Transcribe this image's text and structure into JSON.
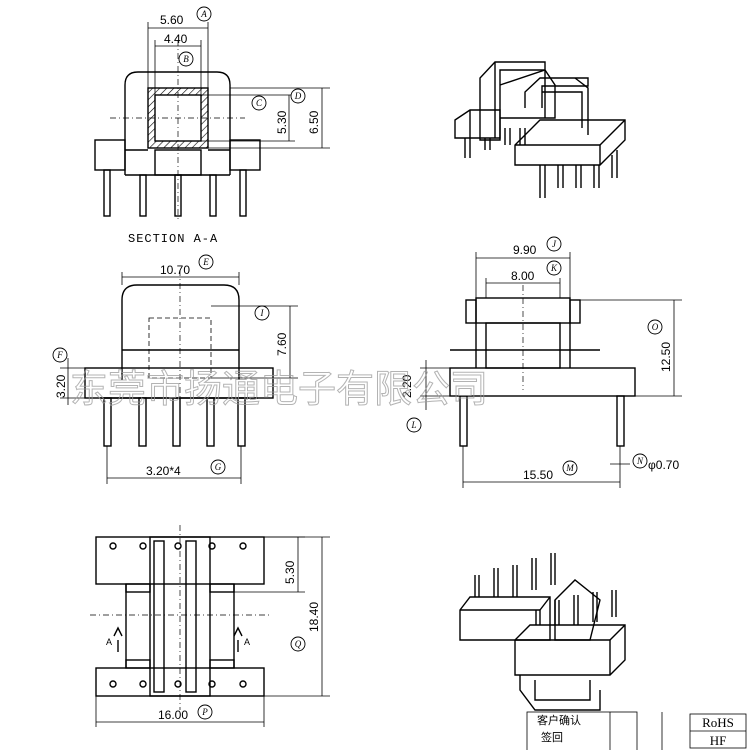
{
  "dimensions": {
    "a": "5.60",
    "b": "4.40",
    "c": "5.30",
    "d": "6.50",
    "e": "10.70",
    "f": "3.20",
    "g": "3.20*4",
    "i": "7.60",
    "j": "9.90",
    "k": "8.00",
    "l": "2.20",
    "m": "15.50",
    "n": "φ0.70",
    "o": "12.50",
    "p": "16.00",
    "q": "18.40",
    "r": "5.30"
  },
  "labels": {
    "a": "A",
    "b": "B",
    "c": "C",
    "d": "D",
    "e": "E",
    "f": "F",
    "g": "G",
    "i": "I",
    "j": "J",
    "k": "K",
    "l": "L",
    "m": "M",
    "n": "N",
    "o": "O",
    "p": "P",
    "q": "Q"
  },
  "section_title": "SECTION A-A",
  "section_marks": {
    "left": "A",
    "right": "A"
  },
  "watermark": "东莞市扬通电子有限公司",
  "title_block": {
    "line1": "客户确认",
    "line2": "签回"
  },
  "badge": {
    "line1": "RoHS",
    "line2": "HF"
  }
}
